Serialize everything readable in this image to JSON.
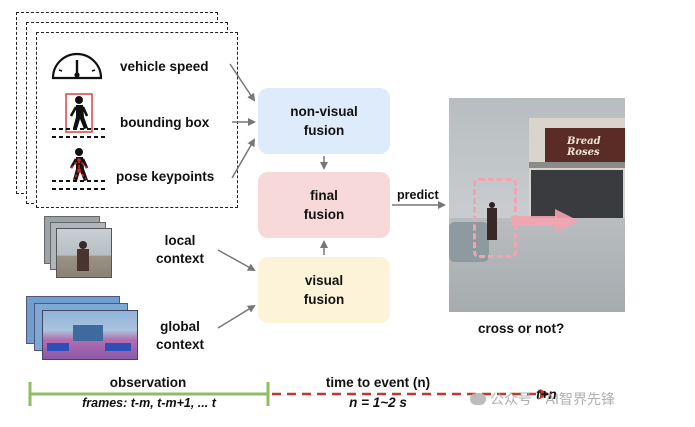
{
  "inputs": {
    "vehicle_speed": "vehicle speed",
    "bounding_box": "bounding box",
    "pose_keypoints": "pose keypoints",
    "local_context": [
      "local",
      "context"
    ],
    "global_context": [
      "global",
      "context"
    ]
  },
  "fusion": {
    "non_visual": [
      "non-visual",
      "fusion"
    ],
    "final": [
      "final",
      "fusion"
    ],
    "visual": [
      "visual",
      "fusion"
    ]
  },
  "predict_label": "predict",
  "output_label": "cross or not?",
  "timeline": {
    "observation": "observation",
    "frames": "frames: t-m, t-m+1, ... t",
    "time_to_event": "time to event (n)",
    "n_range": "n = 1~2 s",
    "end_label": "t+n"
  },
  "watermark": "公众号 · AI智界先锋",
  "colors": {
    "non_visual_fill": "#deebfa",
    "final_fill": "#f8d9d9",
    "visual_fill": "#fdf3d8",
    "timeline_green": "#8fbd62",
    "timeline_red": "#c0392b",
    "highlight_pink": "#f4a3b0"
  }
}
